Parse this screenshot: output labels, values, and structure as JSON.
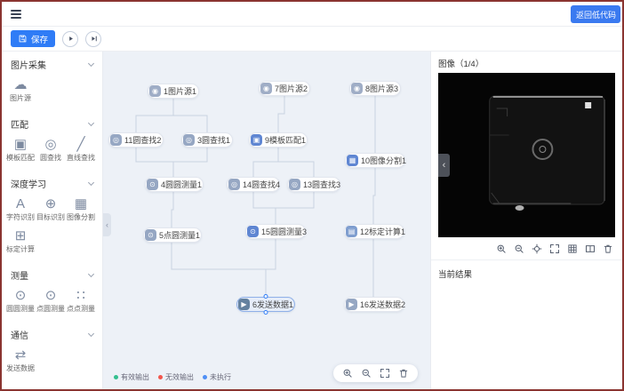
{
  "header": {
    "back_button": "返回低代码"
  },
  "toolbar": {
    "save_label": "保存"
  },
  "sidebar": {
    "sections": [
      {
        "label": "图片采集",
        "items": [
          {
            "label": "图片源",
            "icon": "image-source-icon"
          }
        ]
      },
      {
        "label": "匹配",
        "items": [
          {
            "label": "模板匹配",
            "icon": "template-match-icon"
          },
          {
            "label": "圆查找",
            "icon": "circle-find-icon"
          },
          {
            "label": "直线查找",
            "icon": "line-find-icon"
          }
        ]
      },
      {
        "label": "深度学习",
        "items": [
          {
            "label": "字符识别",
            "icon": "ocr-icon"
          },
          {
            "label": "目标识别",
            "icon": "object-detect-icon"
          },
          {
            "label": "图像分割",
            "icon": "segmentation-icon"
          },
          {
            "label": "标定计算",
            "icon": "calibration-icon"
          }
        ]
      },
      {
        "label": "测量",
        "items": [
          {
            "label": "圆圆测量",
            "icon": "circle-circle-measure-icon"
          },
          {
            "label": "点圆测量",
            "icon": "point-circle-measure-icon"
          },
          {
            "label": "点点测量",
            "icon": "point-point-measure-icon"
          }
        ]
      },
      {
        "label": "通信",
        "items": [
          {
            "label": "发送数据",
            "icon": "send-data-icon"
          }
        ]
      }
    ]
  },
  "canvas": {
    "nodes": [
      {
        "label": "1图片源1",
        "type": "image-source"
      },
      {
        "label": "7图片源2",
        "type": "image-source"
      },
      {
        "label": "8图片源3",
        "type": "image-source"
      },
      {
        "label": "11圆查找2",
        "type": "circle-find"
      },
      {
        "label": "3圆查找1",
        "type": "circle-find"
      },
      {
        "label": "9模板匹配1",
        "type": "template-match"
      },
      {
        "label": "10图像分割1",
        "type": "segmentation"
      },
      {
        "label": "4圆圆测量1",
        "type": "circle-circle-measure"
      },
      {
        "label": "14圆查找4",
        "type": "circle-find"
      },
      {
        "label": "13圆查找3",
        "type": "circle-find"
      },
      {
        "label": "5点圆测量1",
        "type": "point-circle-measure"
      },
      {
        "label": "15圆圆测量3",
        "type": "circle-circle-measure"
      },
      {
        "label": "12标定计算1",
        "type": "calibration"
      },
      {
        "label": "6发送数据1",
        "type": "send-data",
        "selected": true
      },
      {
        "label": "16发送数据2",
        "type": "send-data"
      }
    ],
    "legend": [
      {
        "label": "有效输出",
        "color": "#33bf8f"
      },
      {
        "label": "无效输出",
        "color": "#f2564d"
      },
      {
        "label": "未执行",
        "color": "#4f8ff5"
      }
    ],
    "zoom_tools": [
      "zoom-in",
      "zoom-out",
      "fit-view",
      "delete"
    ]
  },
  "right_panel": {
    "image_header": "图像（1/4）",
    "result_header": "当前结果",
    "tools": [
      "zoom-in",
      "zoom-out",
      "locate",
      "fullscreen",
      "grid",
      "compare",
      "delete"
    ]
  },
  "colors": {
    "accent": "#2f7cf6",
    "canvas_bg": "#edf1f7",
    "window_border": "#8a3430"
  }
}
